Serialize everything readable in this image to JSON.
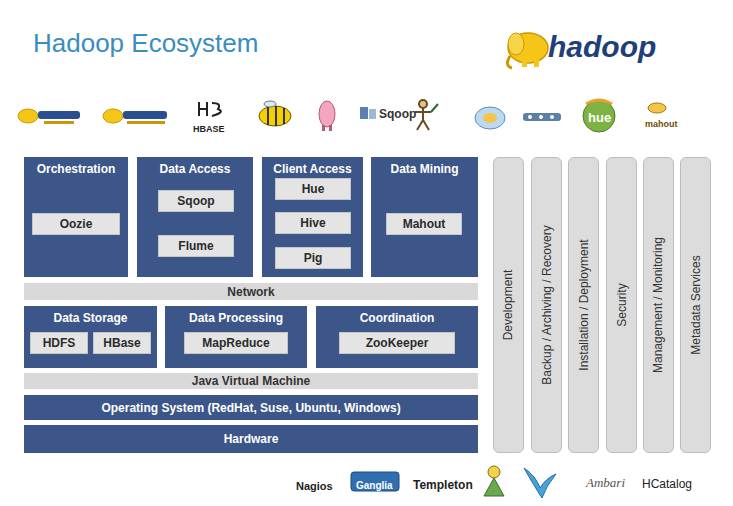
{
  "diagram": {
    "title": "Hadoop Ecosystem",
    "nodes": [
      {
        "text": [
          "Orchestration"
        ]
      },
      {
        "text": [
          "Oozie"
        ],
        "in": 0
      },
      {
        "text": [
          "Data Access"
        ]
      },
      {
        "text": [
          "Sqoop"
        ],
        "in": 2
      },
      {
        "text": [
          "Flume"
        ],
        "in": 2
      },
      {
        "text": [
          "Client Access"
        ]
      },
      {
        "text": [
          "Hue"
        ],
        "in": 5
      },
      {
        "text": [
          "Hive"
        ],
        "in": 5
      },
      {
        "text": [
          "Pig"
        ],
        "in": 5
      },
      {
        "text": [
          "Data Mining"
        ]
      },
      {
        "text": [
          "Mahout"
        ],
        "in": 9
      },
      {
        "text": [
          "Network"
        ]
      },
      {
        "text": [
          "Data Storage"
        ]
      },
      {
        "text": [
          "HDFS"
        ],
        "in": 12
      },
      {
        "text": [
          "HBase"
        ],
        "in": 12
      },
      {
        "text": [
          "Data Processing"
        ]
      },
      {
        "text": [
          "MapReduce"
        ],
        "in": 15
      },
      {
        "text": [
          "Coordination"
        ]
      },
      {
        "text": [
          "ZooKeeper"
        ],
        "in": 17
      },
      {
        "text": [
          "Java Virtual Machine"
        ]
      },
      {
        "text": [
          "Operating System (RedHat, Suse, Ubuntu, Windows)"
        ]
      },
      {
        "text": [
          "Hardware"
        ]
      },
      {
        "text": [
          "Development"
        ]
      },
      {
        "text": [
          "Backup / Archiving / Recovery"
        ]
      },
      {
        "text": [
          "Installation / Deployment"
        ]
      },
      {
        "text": [
          "Security"
        ]
      },
      {
        "text": [
          "Management / Monitoring"
        ]
      },
      {
        "text": [
          "Metadata Services"
        ]
      }
    ],
    "labels": [
      "hadoop",
      "HBASE",
      "Sqoop",
      "hue",
      "mahout",
      "Nagios",
      "Ganglia",
      "Templeton",
      "Ambari",
      "HCatalog"
    ]
  }
}
